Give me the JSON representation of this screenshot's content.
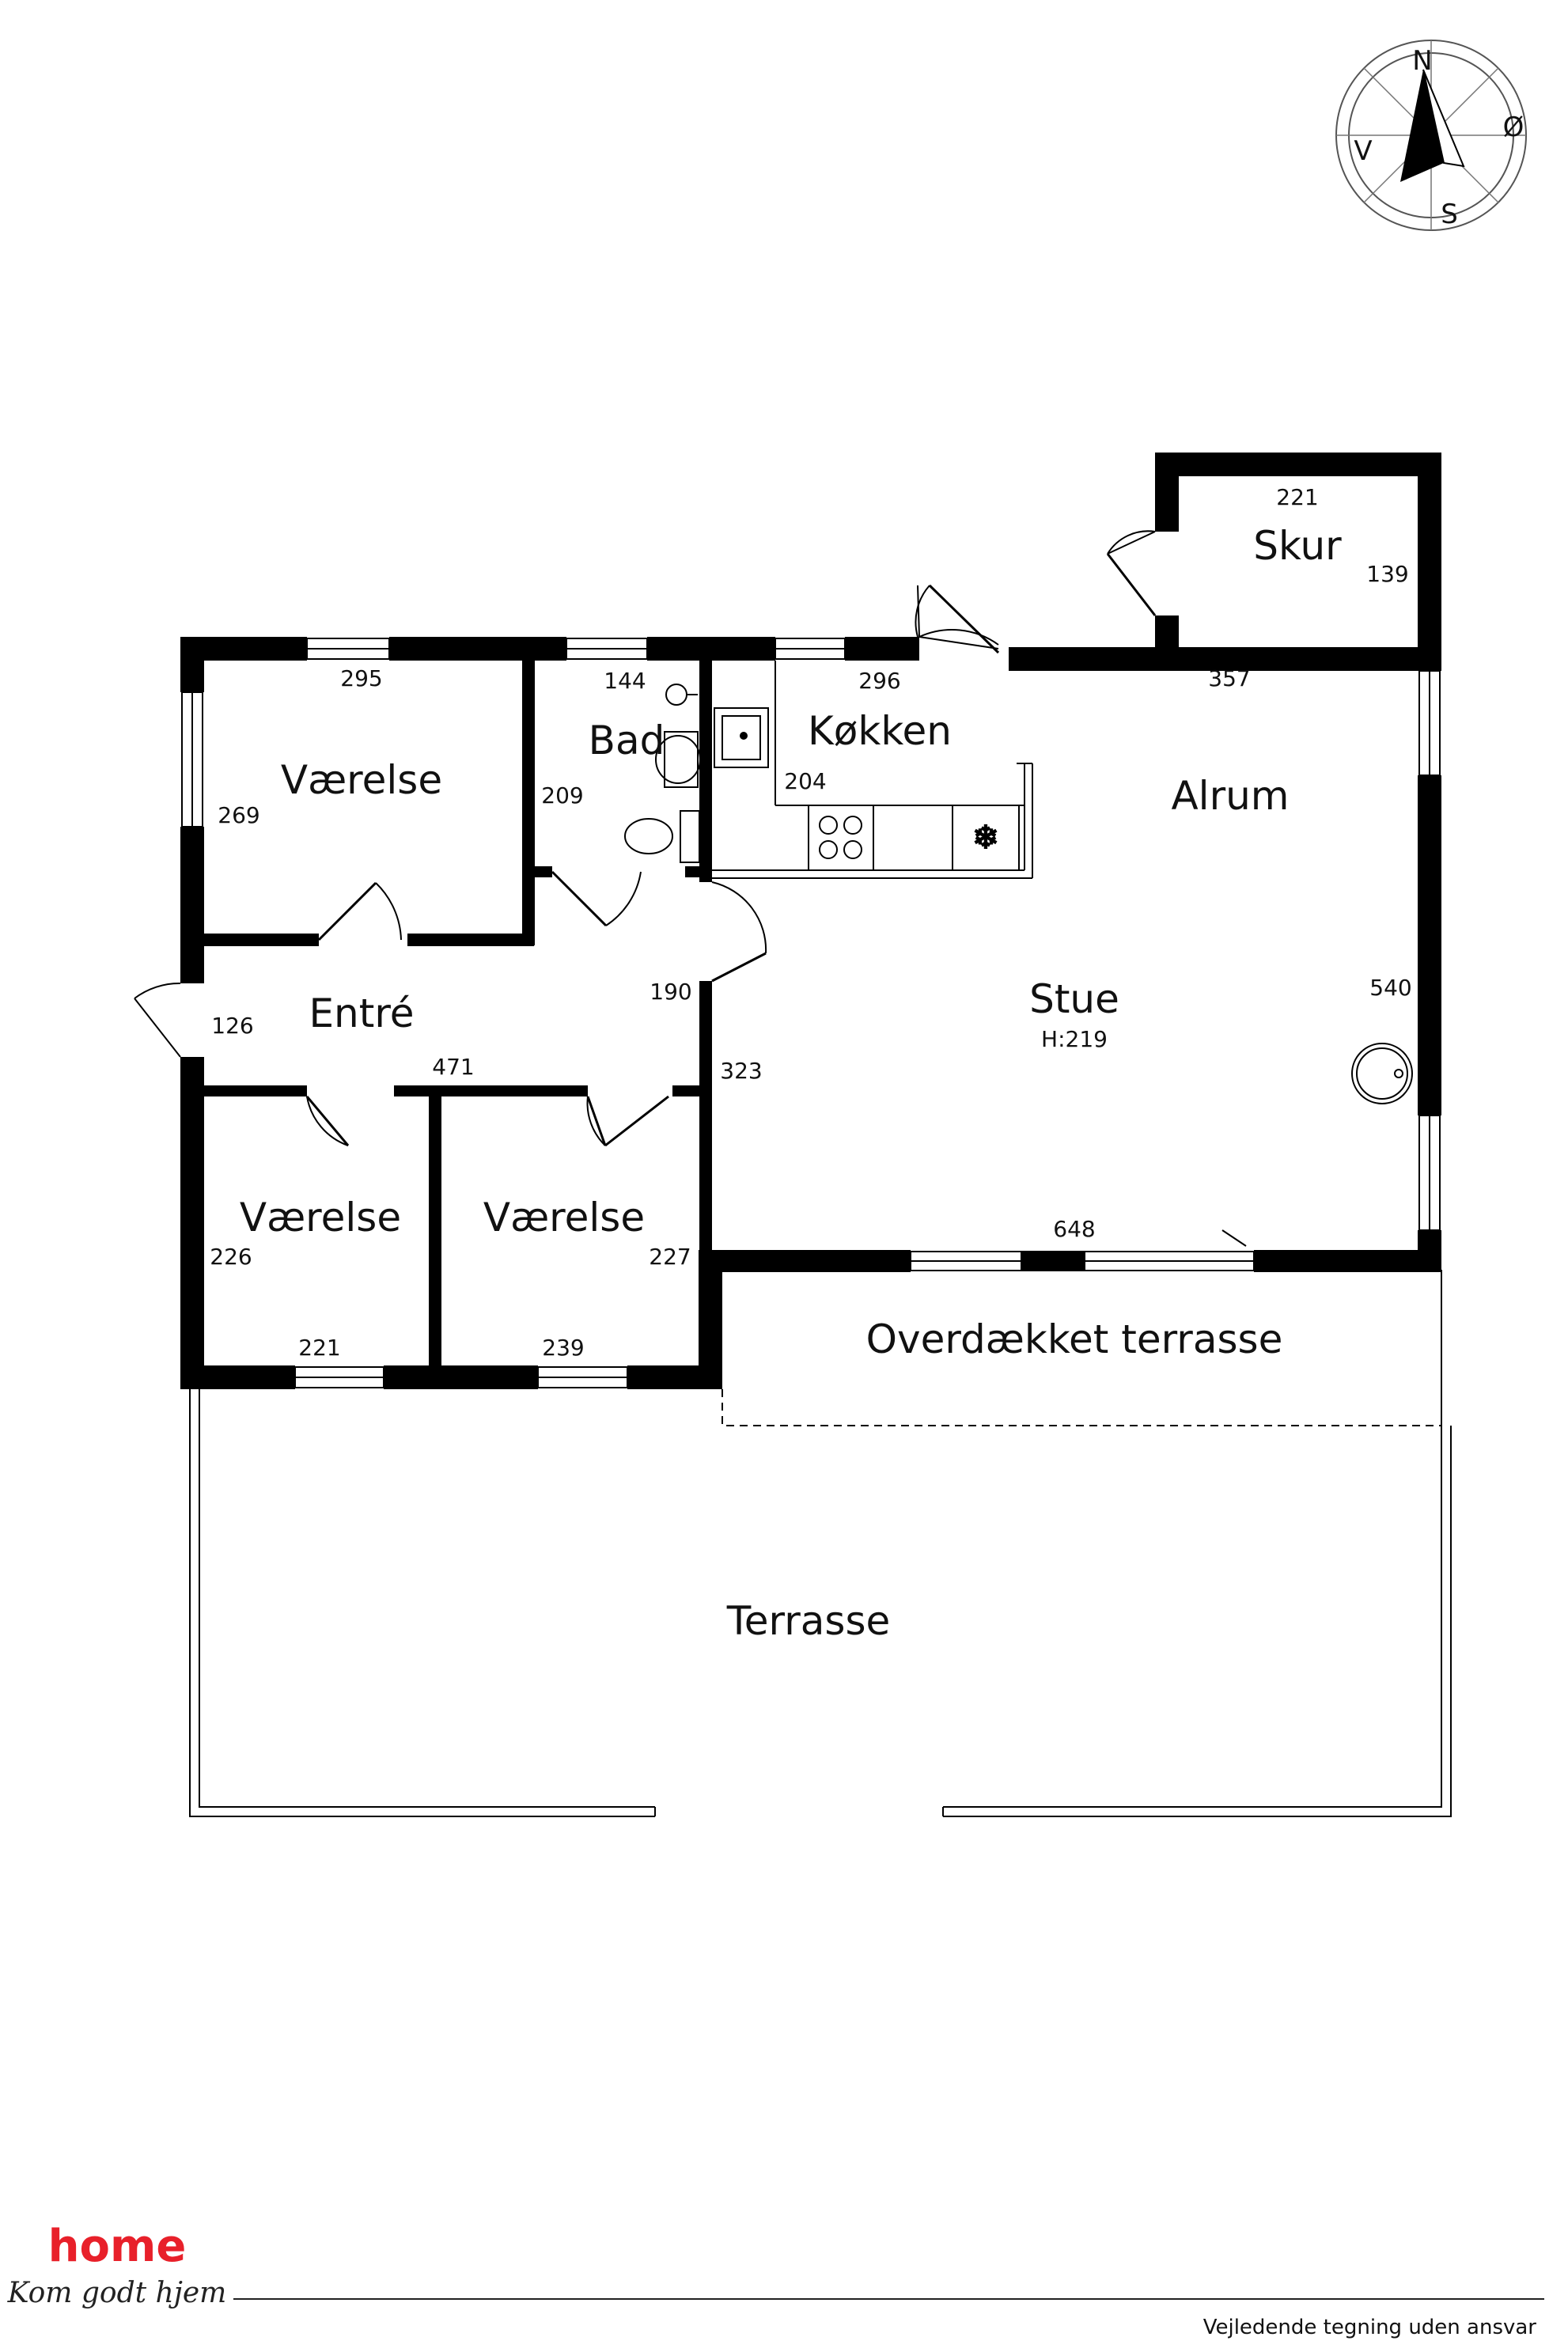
{
  "compass": {
    "north": "N",
    "south": "S",
    "east": "Ø",
    "west": "V"
  },
  "rooms": {
    "vaerelse_top": "Værelse",
    "bad": "Bad",
    "kokken": "Køkken",
    "alrum": "Alrum",
    "skur": "Skur",
    "entre": "Entré",
    "stue": "Stue",
    "stue_height": "H:219",
    "vaerelse_bottom_left": "Værelse",
    "vaerelse_bottom_right": "Værelse",
    "overdaekket_terrasse": "Overdækket terrasse",
    "terrasse": "Terrasse"
  },
  "dimensions": {
    "skur_width": "221",
    "skur_depth": "139",
    "vaerelse_top_width": "295",
    "vaerelse_top_depth": "269",
    "bad_width": "144",
    "bad_depth": "209",
    "kokken_width": "296",
    "kokken_depth": "204",
    "alrum_width": "357",
    "stue_depth_right": "540",
    "entre_depth": "126",
    "entre_hall_depth": "190",
    "entre_width": "471",
    "stue_depth_left": "323",
    "stue_width": "648",
    "vaerelse_bl_depth": "226",
    "vaerelse_bl_width": "221",
    "vaerelse_br_depth": "227",
    "vaerelse_br_width": "239"
  },
  "logo": {
    "brand": "home",
    "tagline": "Kom godt hjem"
  },
  "footer": {
    "note": "Vejledende tegning uden ansvar"
  },
  "colors": {
    "wall": "#000000",
    "brand_red": "#e8202a"
  }
}
